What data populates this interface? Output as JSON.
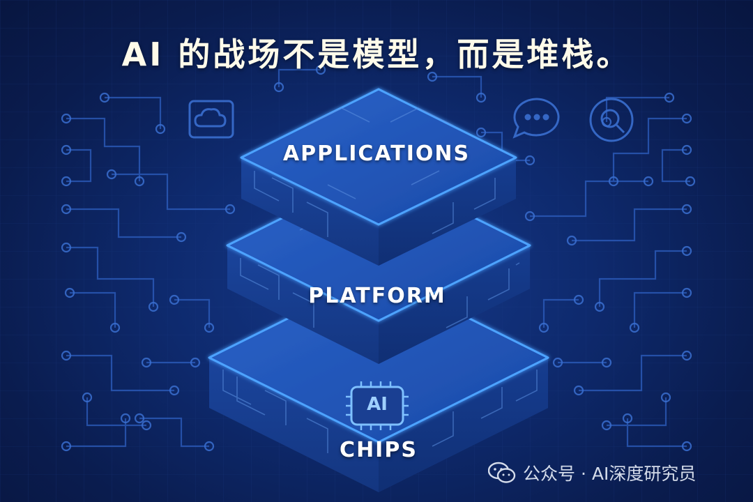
{
  "headline": "AI 的战场不是模型，而是堆栈。",
  "layers": [
    {
      "label": "APPLICATIONS"
    },
    {
      "label": "PLATFORM"
    },
    {
      "label": "CHIPS"
    }
  ],
  "chip_badge": "AI",
  "watermark": {
    "icon": "wechat-icon",
    "text": "公众号 · AI深度研究员"
  },
  "background_icons": [
    "cloud-icon",
    "chat-bubble-icon",
    "search-icon"
  ],
  "colors": {
    "background": "#0b1f55",
    "layer_fill": "#1c4fb0",
    "layer_edge": "#4da3ff",
    "headline": "#fffbea",
    "circuit": "#2e5fc0"
  }
}
